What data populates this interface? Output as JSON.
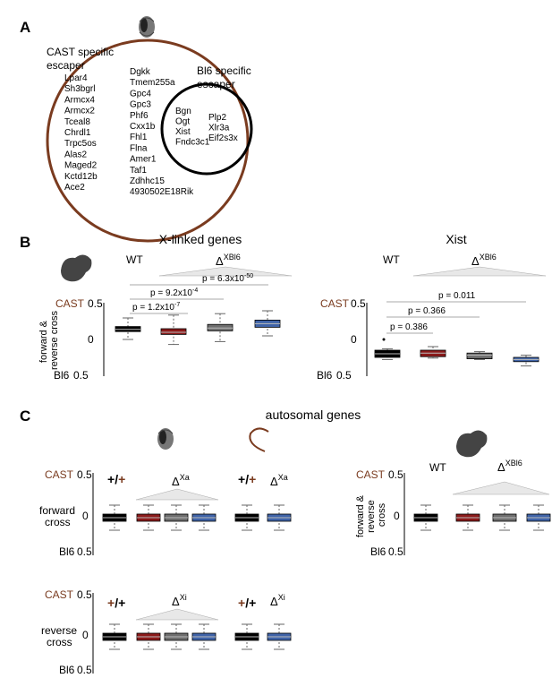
{
  "panel_a": {
    "letter": "A",
    "cast_title_line1": "CAST specific",
    "cast_title_line2": "escaper",
    "bl6_title_line1": "Bl6 specific",
    "bl6_title_line2": "escaper",
    "cast_only_col1": [
      "Lpar4",
      "Sh3bgrl",
      "Armcx4",
      "Armcx2",
      "Tceal8",
      "Chrdl1",
      "Trpc5os",
      "Alas2",
      "Maged2",
      "Kctd12b",
      "Ace2"
    ],
    "cast_only_col2": [
      "Dgkk",
      "Tmem255a",
      "Gpc4",
      "Gpc3",
      "Phf6",
      "Cxx1b",
      "Fhl1",
      "Flna",
      "Amer1",
      "Taf1",
      "Zdhhc15",
      "4930502E18Rik"
    ],
    "shared": [
      "Bgn",
      "Ogt",
      "Xist",
      "Fndc3c1"
    ],
    "bl6_only": [
      "Plp2",
      "Xlr3a",
      "Eif2s3x"
    ],
    "colors": {
      "cast": "#7a3b1f",
      "bl6": "#000000"
    }
  },
  "panel_b": {
    "letter": "B",
    "left_title": "X-linked genes",
    "right_title": "Xist",
    "wt_label": "WT",
    "delta": "Δ",
    "delta_sup": "XBl6",
    "cast_tick": "CAST",
    "cast_value": "0.5",
    "zero_tick": "0",
    "bl6_tick": "Bl6",
    "bl6_value": "0.5",
    "ylabel_line1": "forward &",
    "ylabel_line2": "reverse cross",
    "left_pvalues": {
      "p1": "p = 1.2x10",
      "p1_exp": "-7",
      "p2": "p = 9.2x10",
      "p2_exp": "-4",
      "p3": "p = 6.3x10",
      "p3_exp": "-50"
    },
    "right_pvalues": {
      "p1": "p = 0.386",
      "p2": "p = 0.366",
      "p3": "p = 0.011"
    }
  },
  "panel_c": {
    "letter": "C",
    "title": "autosomal genes",
    "cast_tick": "CAST",
    "cast_value": "0.5",
    "zero_tick": "0",
    "bl6_tick": "Bl6",
    "bl6_value": "0.5",
    "forward_label_line1": "forward",
    "forward_label_line2": "cross",
    "reverse_label_line1": "reverse",
    "reverse_label_line2": "cross",
    "right_ylabel_line1": "forward &",
    "right_ylabel_line2": "reverse",
    "right_ylabel_line3": "cross",
    "plus": "+",
    "slash": "/",
    "delta": "Δ",
    "xa_sup": "Xa",
    "xi_sup": "Xi",
    "wt_label": "WT",
    "xbl6_sup": "XBl6"
  },
  "box_colors": {
    "black": "#000000",
    "red": "#8b1a1a",
    "gray": "#6e6e6e",
    "blue": "#3f63a8",
    "green": "#3a7d3a",
    "cast_brown": "#7a3b1f"
  },
  "chart_data": [
    {
      "type": "box",
      "panel": "B-left",
      "title": "X-linked genes",
      "ylabel": "forward & reverse cross",
      "ylim": [
        -0.5,
        0.5
      ],
      "series": [
        {
          "color": "black",
          "q1": 0.11,
          "median": 0.14,
          "q3": 0.18,
          "whisker_low": 0.0,
          "whisker_high": 0.3
        },
        {
          "color": "red",
          "q1": 0.07,
          "median": 0.1,
          "q3": 0.15,
          "whisker_low": -0.07,
          "whisker_high": 0.34
        },
        {
          "color": "gray",
          "q1": 0.12,
          "median": 0.16,
          "q3": 0.21,
          "whisker_low": -0.03,
          "whisker_high": 0.36
        },
        {
          "color": "blue",
          "q1": 0.17,
          "median": 0.22,
          "q3": 0.27,
          "whisker_low": 0.05,
          "whisker_high": 0.4
        }
      ]
    },
    {
      "type": "box",
      "panel": "B-right",
      "title": "Xist",
      "ylim": [
        -0.5,
        0.5
      ],
      "series": [
        {
          "color": "black",
          "q1": -0.25,
          "median": -0.2,
          "q3": -0.15,
          "whisker_low": -0.28,
          "whisker_high": -0.13,
          "outlier": 0.0
        },
        {
          "color": "red",
          "q1": -0.24,
          "median": -0.19,
          "q3": -0.15,
          "whisker_low": -0.26,
          "whisker_high": -0.1
        },
        {
          "color": "gray",
          "q1": -0.27,
          "median": -0.22,
          "q3": -0.19,
          "whisker_low": -0.28,
          "whisker_high": -0.17
        },
        {
          "color": "blue",
          "q1": -0.31,
          "median": -0.28,
          "q3": -0.25,
          "whisker_low": -0.37,
          "whisker_high": -0.22
        }
      ]
    }
  ]
}
